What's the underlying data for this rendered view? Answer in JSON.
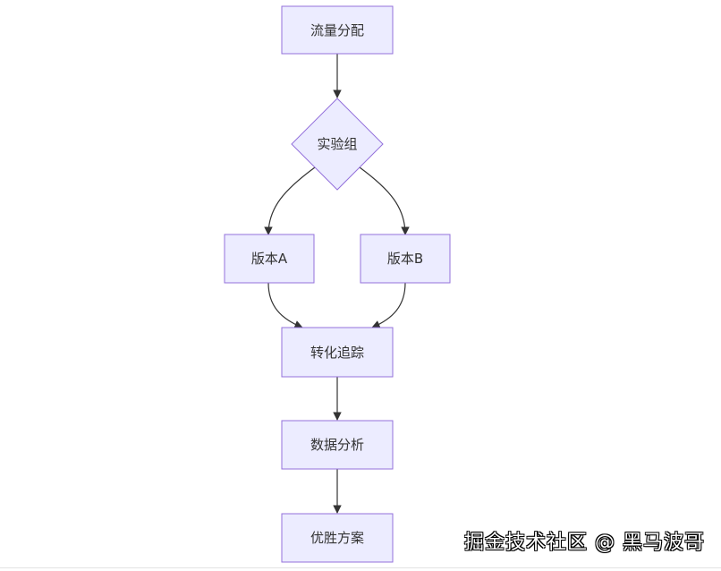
{
  "diagram": {
    "nodes": {
      "traffic": "流量分配",
      "experiment": "实验组",
      "versionA": "版本A",
      "versionB": "版本B",
      "tracking": "转化追踪",
      "analysis": "数据分析",
      "winner": "优胜方案"
    },
    "edges": [
      {
        "from": "traffic",
        "to": "experiment"
      },
      {
        "from": "experiment",
        "to": "versionA"
      },
      {
        "from": "experiment",
        "to": "versionB"
      },
      {
        "from": "versionA",
        "to": "tracking"
      },
      {
        "from": "versionB",
        "to": "tracking"
      },
      {
        "from": "tracking",
        "to": "analysis"
      },
      {
        "from": "analysis",
        "to": "winner"
      }
    ],
    "colors": {
      "node_fill": "#ECECFF",
      "node_stroke": "#9370DB",
      "edge": "#333333",
      "text": "#333333"
    }
  },
  "watermark": "掘金技术社区 @ 黑马波哥"
}
